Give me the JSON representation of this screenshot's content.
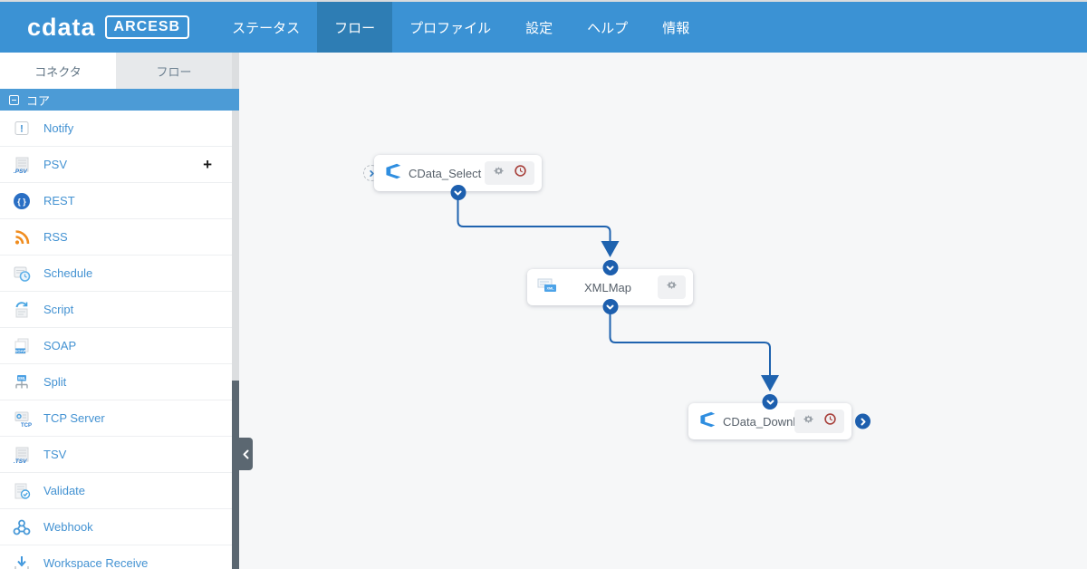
{
  "topbar": {
    "logo": {
      "brand": "cdata",
      "product": "ARCESB"
    },
    "nav": [
      {
        "label": "ステータス",
        "active": false
      },
      {
        "label": "フロー",
        "active": true
      },
      {
        "label": "プロファイル",
        "active": false
      },
      {
        "label": "設定",
        "active": false
      },
      {
        "label": "ヘルプ",
        "active": false
      },
      {
        "label": "情報",
        "active": false
      }
    ]
  },
  "sidebar": {
    "tabs": [
      {
        "label": "コネクタ",
        "active": true
      },
      {
        "label": "フロー",
        "active": false
      }
    ],
    "section": {
      "label": "コア",
      "icon": "collapse-minus-box-icon"
    },
    "items": [
      {
        "label": "Notify",
        "icon": "notify-icon"
      },
      {
        "label": "PSV",
        "icon": "psv-file-icon",
        "add_button": "+"
      },
      {
        "label": "REST",
        "icon": "rest-icon"
      },
      {
        "label": "RSS",
        "icon": "rss-icon"
      },
      {
        "label": "Schedule",
        "icon": "schedule-icon"
      },
      {
        "label": "Script",
        "icon": "script-icon"
      },
      {
        "label": "SOAP",
        "icon": "soap-icon"
      },
      {
        "label": "Split",
        "icon": "split-icon"
      },
      {
        "label": "TCP Server",
        "icon": "tcp-server-icon"
      },
      {
        "label": "TSV",
        "icon": "tsv-file-icon"
      },
      {
        "label": "Validate",
        "icon": "validate-icon"
      },
      {
        "label": "Webhook",
        "icon": "webhook-icon"
      },
      {
        "label": "Workspace Receive",
        "icon": "workspace-receive-icon"
      }
    ],
    "file_icon_texts": {
      "psv": ".PSV",
      "tsv": ".TSV",
      "tcp": "TCP"
    }
  },
  "canvas": {
    "nodes": [
      {
        "label": "CData_Select",
        "icon": "cdata-logo-icon",
        "buttons": [
          "gear-icon",
          "schedule-alert-icon"
        ]
      },
      {
        "label": "XMLMap",
        "icon": "xmlmap-icon",
        "buttons": [
          "gear-icon"
        ]
      },
      {
        "label": "CData_Downl...",
        "icon": "cdata-logo-icon",
        "buttons": [
          "gear-icon",
          "schedule-alert-icon"
        ]
      }
    ],
    "connections": [
      {
        "from": "CData_Select",
        "to": "XMLMap"
      },
      {
        "from": "XMLMap",
        "to": "CData_Downl..."
      }
    ]
  },
  "colors": {
    "topbar": "#3b92d4",
    "topbar_active": "#2e7db4",
    "section_header": "#4c9bd6",
    "link_blue": "#4392d2",
    "connector": "#1f63af",
    "port": "#1d5fae",
    "canvas_bg": "#f6f7f8",
    "scroll_thumb": "#5b6771",
    "alert_red": "#a8423d"
  }
}
